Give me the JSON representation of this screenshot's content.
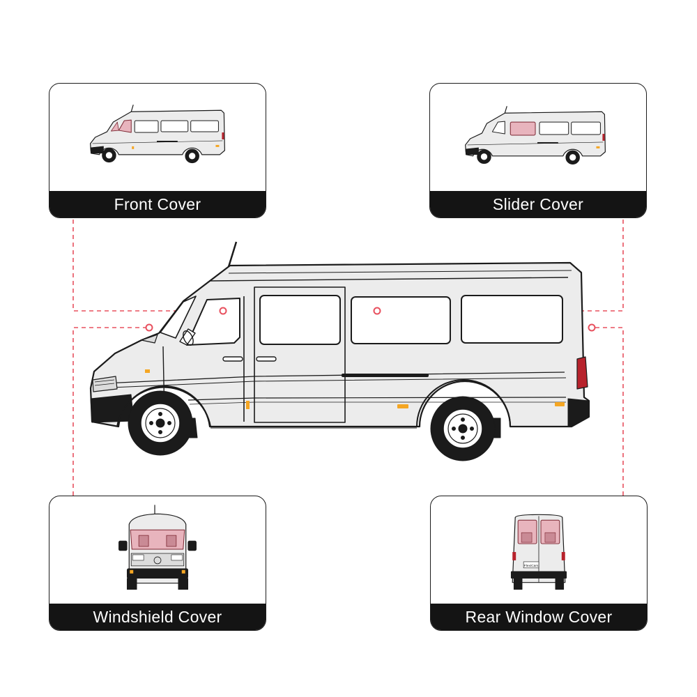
{
  "cards": {
    "front": {
      "label": "Front Cover"
    },
    "slider": {
      "label": "Slider Cover"
    },
    "windshield": {
      "label": "Windshield Cover"
    },
    "rear": {
      "label": "Rear Window Cover"
    }
  },
  "rear_plate_text": "FlexiCars",
  "colors": {
    "highlight": "#e8b4bd",
    "highlight_dark": "#7a2530",
    "connector": "#e8505e",
    "label_bg": "#141414",
    "van_body": "#ececec",
    "outline": "#1b1b1b",
    "indicator": "#f5a623",
    "tail_light": "#b7222c"
  }
}
